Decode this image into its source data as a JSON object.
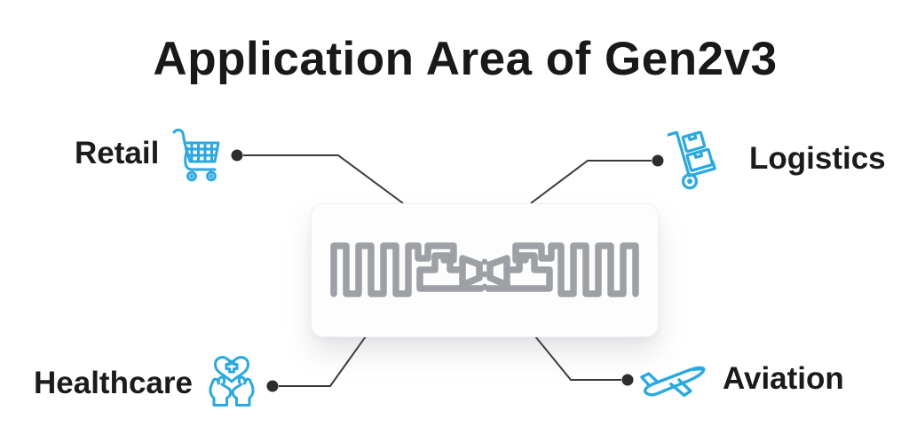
{
  "title": "Application Area of Gen2v3",
  "colors": {
    "icon_blue": "#29a9e1",
    "antenna_gray": "#9da0a4",
    "connector_dark": "#3a3a3a",
    "text_dark": "#1b1b1b"
  },
  "center_graphic": "rfid-tag-inlay",
  "areas": [
    {
      "label": "Retail",
      "icon": "shopping-cart-icon",
      "position": "top-left"
    },
    {
      "label": "Logistics",
      "icon": "hand-truck-icon",
      "position": "top-right"
    },
    {
      "label": "Healthcare",
      "icon": "hands-heart-icon",
      "position": "bottom-left"
    },
    {
      "label": "Aviation",
      "icon": "airplane-icon",
      "position": "bottom-right"
    }
  ]
}
